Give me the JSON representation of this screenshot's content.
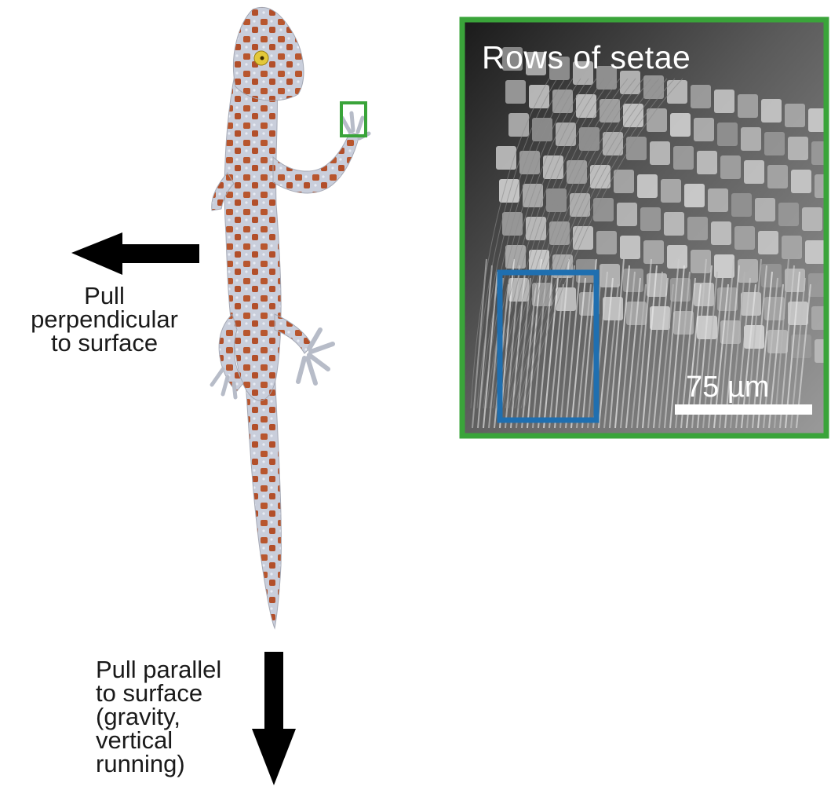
{
  "labels": {
    "perpendicular": "Pull\nperpendicular\nto surface",
    "parallel": "Pull parallel\nto surface\n(gravity,\nvertical\nrunning)"
  },
  "micrograph": {
    "title": "Rows of setae",
    "scale_bar_label": "75 µm"
  },
  "colors": {
    "inset_frame": "#3aa43a",
    "highlight_frame": "#1f6fb0",
    "gecko_body": "#c6cbd8",
    "gecko_spots": "#b8562e",
    "eye": "#e3c83a",
    "arrow": "#000000"
  }
}
